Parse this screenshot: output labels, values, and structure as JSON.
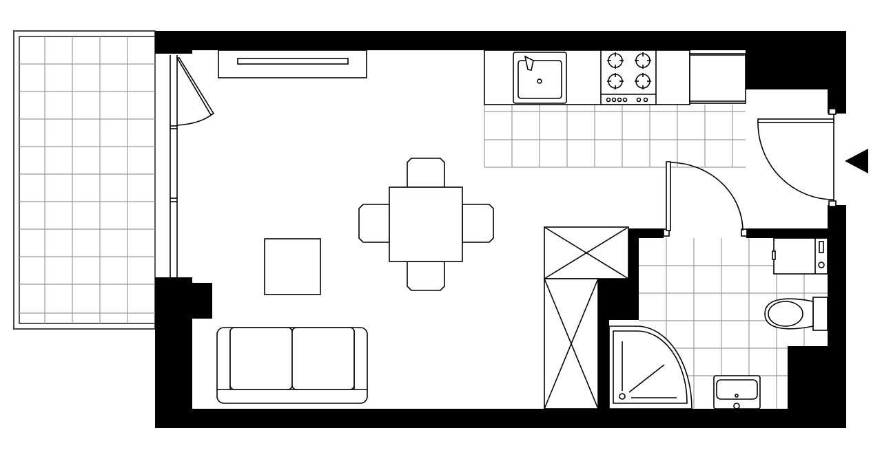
{
  "title": "",
  "colors": {
    "wall": "#000000",
    "tile_grid": "#9a9a9a",
    "background": "#ffffff"
  },
  "rooms": [
    "balcony",
    "living-room",
    "kitchen",
    "hallway",
    "bathroom"
  ],
  "furniture": [
    "tv-unit",
    "kitchen-sink",
    "stove",
    "fridge",
    "dining-table",
    "chair",
    "chair",
    "chair",
    "chair",
    "ottoman",
    "sofa",
    "wardrobe",
    "washing-machine",
    "toilet",
    "corner-shower",
    "washbasin"
  ],
  "markers": {
    "entrance": "entrance-arrow-icon"
  }
}
